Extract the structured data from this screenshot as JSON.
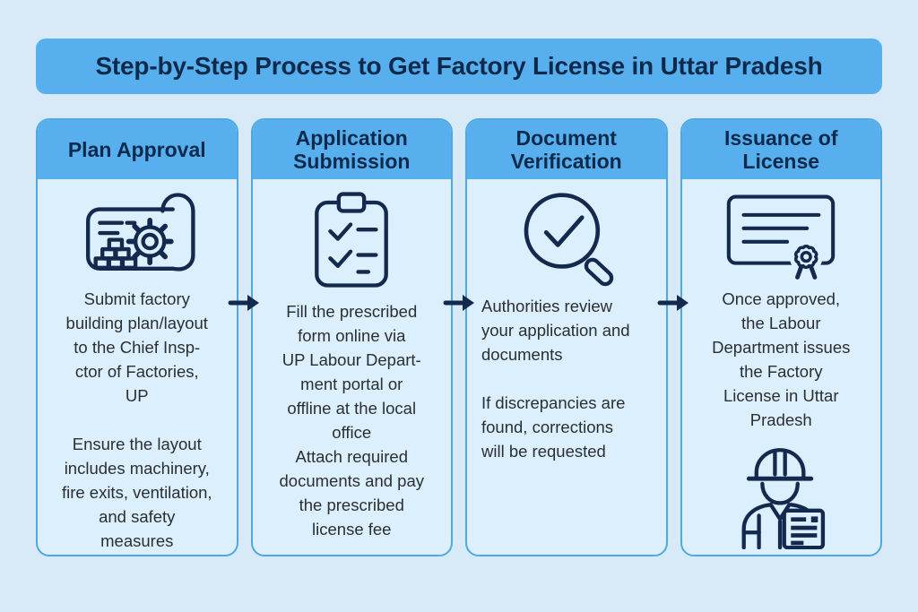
{
  "colors": {
    "page_bg": "#d8eaf7",
    "banner_bg": "#57b0ed",
    "card_bg": "#dbeffc",
    "card_border": "#4fa8e2",
    "heading_text": "#0d2a4c",
    "body_text": "#2b2f33",
    "icon_stroke": "#14294e"
  },
  "title": "Step-by-Step Process to Get Factory License in Uttar Pradesh",
  "steps": [
    {
      "header": "Plan Approval",
      "icon": "blueprint-gear-icon",
      "body": "Submit factory\nbuilding plan/layout\nto the Chief Insp-\nctor of Factories,\nUP\n\nEnsure the layout\nincludes machinery,\nfire exits, ventilation,\nand safety\nmeasures"
    },
    {
      "header": "Application\nSubmission",
      "icon": "checklist-clipboard-icon",
      "body": "Fill the prescribed\nform online via\nUP Labour Depart-\nment portal or\noffline at the local\noffice\nAttach required\ndocuments and pay\nthe prescribed\nlicense fee"
    },
    {
      "header": "Document\nVerification",
      "icon": "magnifier-check-icon",
      "body": "Authorities review\nyour application and\ndocuments\n\nIf discrepancies are\nfound, corrections\nwill be requested"
    },
    {
      "header": "Issuance of\nLicense",
      "icon": "certificate-icon",
      "icon_bottom": "worker-document-icon",
      "body": "Once approved,\nthe Labour\nDepartment issues\nthe Factory\nLicense in Uttar\nPradesh"
    }
  ],
  "arrows": {
    "count": 3,
    "direction": "right",
    "color": "#14294e"
  }
}
